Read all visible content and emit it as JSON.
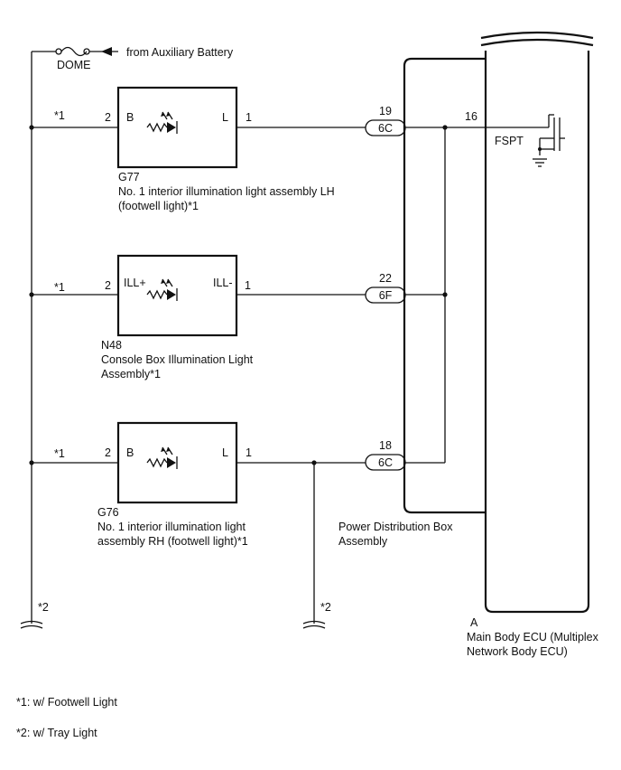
{
  "source": {
    "fuse_label": "DOME",
    "text": "from Auxiliary Battery"
  },
  "lights": [
    {
      "code": "G77",
      "name_line1": "No. 1 interior illumination light assembly LH",
      "name_line2": "(footwell light)*1",
      "term_left": "B",
      "term_right": "L",
      "pin_left": "2",
      "pin_right": "1",
      "note": "*1",
      "junction_pin": "19",
      "junction_connector": "6C"
    },
    {
      "code": "N48",
      "name_line1": "Console Box Illumination Light",
      "name_line2": "Assembly*1",
      "term_left": "ILL+",
      "term_right": "ILL-",
      "pin_left": "2",
      "pin_right": "1",
      "note": "*1",
      "junction_pin": "22",
      "junction_connector": "6F"
    },
    {
      "code": "G76",
      "name_line1": "No. 1 interior illumination light",
      "name_line2": "assembly RH (footwell light)*1",
      "term_left": "B",
      "term_right": "L",
      "pin_left": "2",
      "pin_right": "1",
      "note": "*1",
      "junction_pin": "18",
      "junction_connector": "6C"
    }
  ],
  "ecu": {
    "pin": "16",
    "terminal": "FSPT",
    "code": "A",
    "name_line1": "Main Body ECU (Multiplex",
    "name_line2": "Network Body ECU)"
  },
  "junction_block": {
    "name_line1": "Power Distribution Box",
    "name_line2": "Assembly"
  },
  "branch_notes": [
    "*2",
    "*2"
  ],
  "footnotes": [
    "*1: w/ Footwell Light",
    "*2: w/ Tray Light"
  ]
}
